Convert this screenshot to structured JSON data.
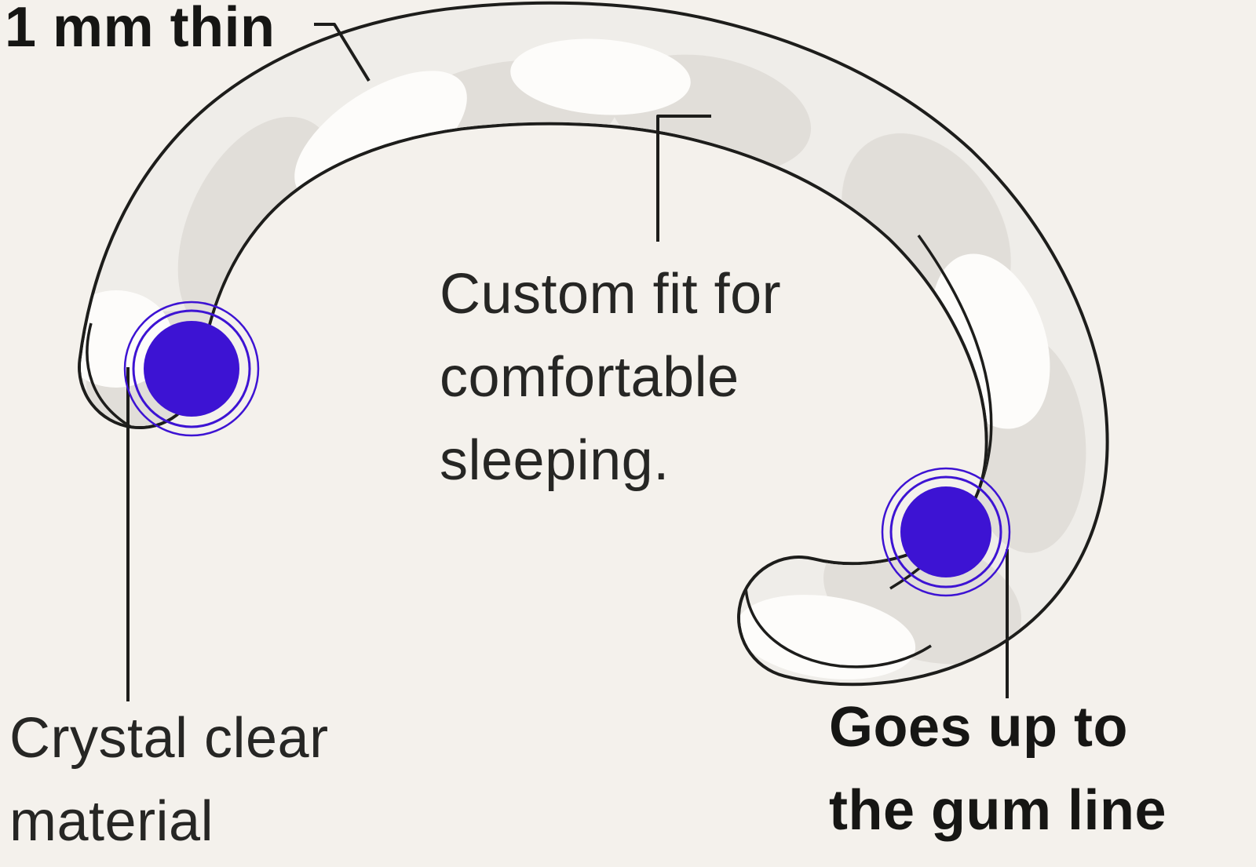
{
  "colors": {
    "background": "#f4f1ec",
    "ink": "#1d1d1b",
    "accent_purple": "#3d13d3",
    "tray_fill": "#efede9",
    "tray_shade": "#e1ded9",
    "tray_highlight": "#fdfcfa"
  },
  "labels": {
    "thin": {
      "text": "1 mm thin"
    },
    "custom_fit": {
      "text": "Custom fit for comfortable sleeping.",
      "lines": [
        "Custom fit for",
        "comfortable",
        "sleeping."
      ]
    },
    "material": {
      "text": "Crystal clear material",
      "lines": [
        "Crystal clear",
        "material"
      ]
    },
    "gum_line": {
      "text": "Goes up to the gum line",
      "lines": [
        "Goes up to",
        "the gum line"
      ]
    }
  },
  "markers": [
    {
      "name": "left-end-marker-dot"
    },
    {
      "name": "right-side-marker-dot"
    }
  ]
}
